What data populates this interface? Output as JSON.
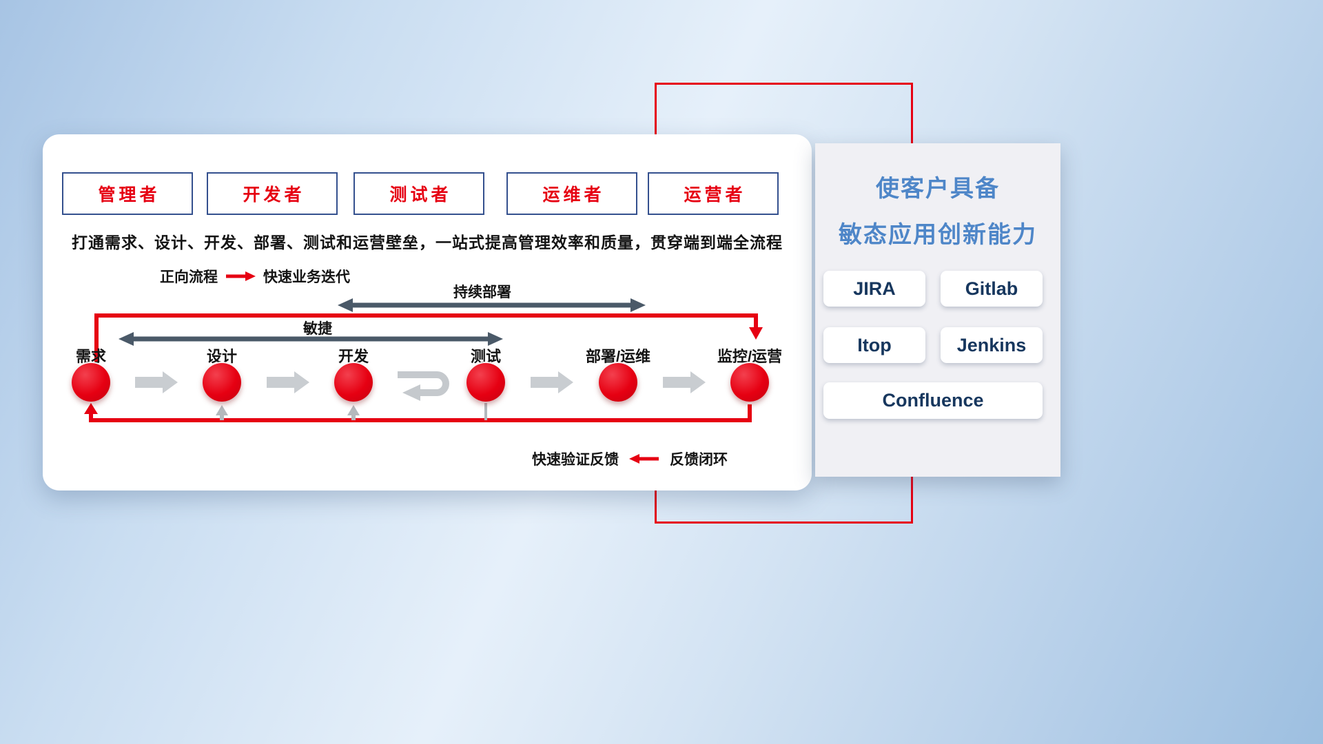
{
  "card": {
    "roles": [
      "管理者",
      "开发者",
      "测试者",
      "运维者",
      "运营者"
    ],
    "description": "打通需求、设计、开发、部署、测试和运营壁垒，一站式提高管理效率和质量，贯穿端到端全流程",
    "legend_forward": {
      "label": "正向流程",
      "desc": "快速业务迭代"
    },
    "arrows": {
      "continuous_deploy": "持续部署",
      "agile": "敏捷"
    },
    "nodes": [
      "需求",
      "设计",
      "开发",
      "测试",
      "部署/运维",
      "监控/运营"
    ],
    "legend_feedback": {
      "desc": "快速验证反馈",
      "label": "反馈闭环"
    }
  },
  "panel": {
    "title_line1": "使客户具备",
    "title_line2": "敏态应用创新能力",
    "tools": [
      "JIRA",
      "Gitlab",
      "Itop",
      "Jenkins",
      "Confluence"
    ]
  },
  "colors": {
    "accent_red": "#e60012",
    "arrow_slate": "#4a5968",
    "gray_arrow": "#c9cdd1",
    "panel_title_blue": "#4e86c8",
    "tool_text_navy": "#17375e",
    "role_border_navy": "#34508e"
  }
}
